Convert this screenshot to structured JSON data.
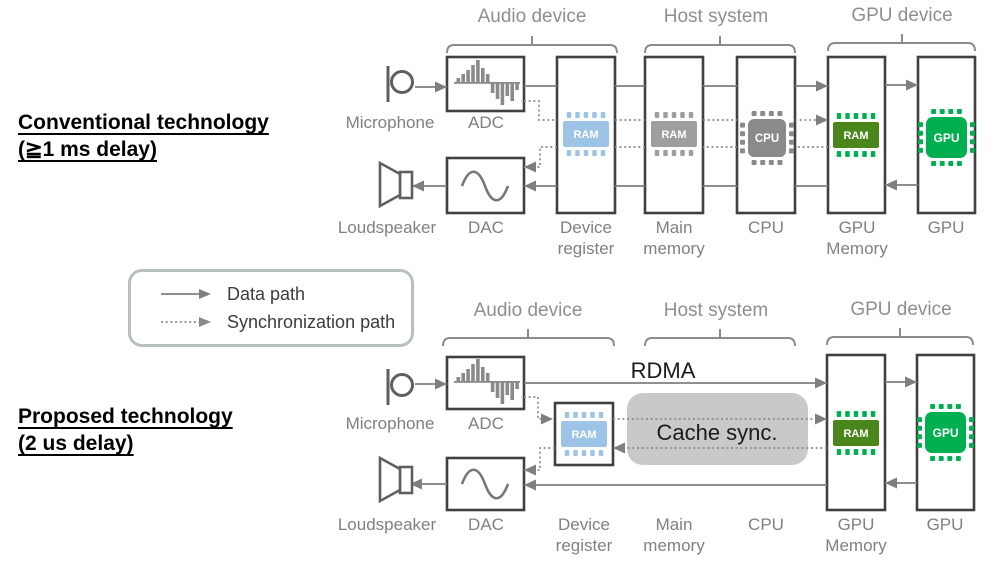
{
  "titles": {
    "conventional_line1": "Conventional technology",
    "conventional_line2": "(≧1 ms delay)",
    "proposed_line1": "Proposed technology",
    "proposed_line2": "(2 us delay)"
  },
  "legend": {
    "data_path": "Data path",
    "sync_path": "Synchronization path"
  },
  "groups": {
    "audio_device": "Audio device",
    "host_system": "Host system",
    "gpu_device": "GPU device"
  },
  "labels": {
    "microphone": "Microphone",
    "adc": "ADC",
    "loudspeaker": "Loudspeaker",
    "dac": "DAC",
    "device_register": "Device\nregister",
    "main_memory": "Main\nmemory",
    "cpu": "CPU",
    "gpu_memory": "GPU\nMemory",
    "gpu": "GPU"
  },
  "chips": {
    "ram": "RAM",
    "cpu": "CPU",
    "gpu": "GPU"
  },
  "annotations": {
    "rdma": "RDMA",
    "cache_sync": "Cache sync."
  },
  "colors": {
    "ram_blue": "#9DC3E6",
    "ram_gray": "#9E9E9E",
    "cpu_gray": "#8A8A8A",
    "ram_green_body": "#4A861C",
    "chip_green": "#00B050",
    "cache_blob": "#C9C9C9",
    "line_gray": "#7F7F7F",
    "label_gray": "#808080"
  }
}
